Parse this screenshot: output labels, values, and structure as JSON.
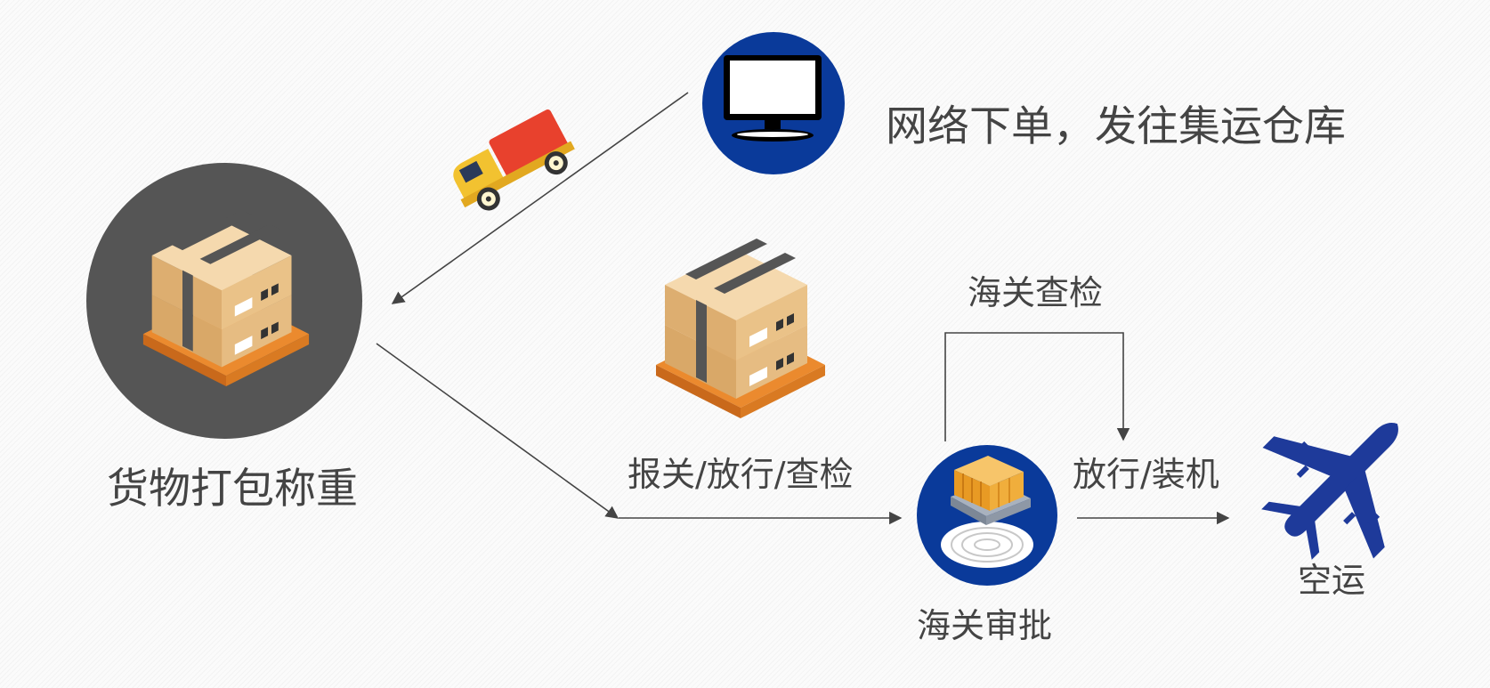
{
  "diagram": {
    "steps": {
      "online_order": "网络下单，发往集运仓库",
      "packing": "货物打包称重",
      "customs_check": "海关查检",
      "declare": "报关/放行/查检",
      "release_load": "放行/装机",
      "approval": "海关审批",
      "air": "空运"
    },
    "colors": {
      "blue_circle": "#0A3A9A",
      "dark_circle": "#555555",
      "plane": "#1E3A9A",
      "truck_cab": "#F2C230",
      "truck_box": "#E8412D",
      "box": "#E6C08A",
      "pallet": "#EB8A2E",
      "arrow": "#444444",
      "text": "#444444"
    },
    "icons": [
      "monitor-icon",
      "truck-icon",
      "boxes-icon",
      "pallet-icon",
      "scanner-icon",
      "airplane-icon"
    ]
  }
}
